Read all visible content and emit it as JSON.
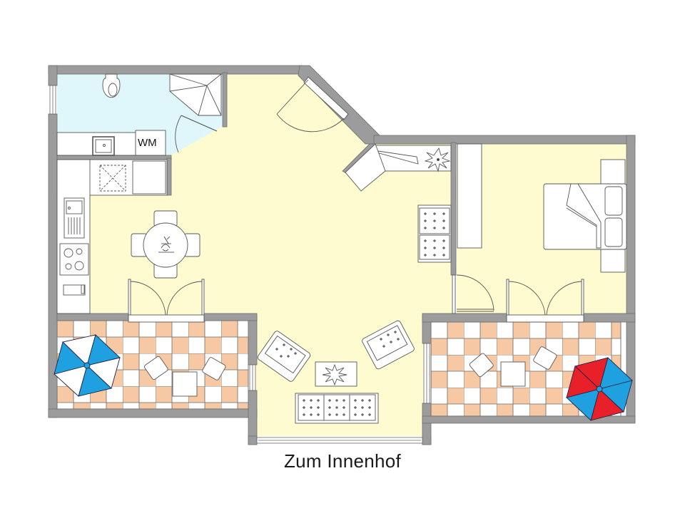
{
  "plan": {
    "caption": "Zum Innenhof",
    "labels": {
      "washing_machine": "WM"
    },
    "rooms": [
      {
        "id": "bathroom",
        "name": "Bathroom",
        "floor_color": "#dff7fb"
      },
      {
        "id": "living",
        "name": "Living / Dining / Kitchen",
        "floor_color": "#fdfbcf"
      },
      {
        "id": "bedroom",
        "name": "Bedroom",
        "floor_color": "#fdfbcf"
      },
      {
        "id": "balcony_left",
        "name": "Balcony left",
        "floor_color": "checker"
      },
      {
        "id": "balcony_right",
        "name": "Balcony right",
        "floor_color": "checker"
      }
    ],
    "colors": {
      "wall": "#9c9c9c",
      "wall_edge": "#6e6e6e",
      "living_floor": "#fdfbcf",
      "bath_floor": "#dff7fb",
      "tile_orange": "#f6c9a4",
      "tile_white": "#ffffff",
      "tile_grid": "#5a5a5a",
      "umbrella_blue": "#1fa0e0",
      "umbrella_red": "#e8202a",
      "umbrella_white": "#ffffff",
      "furniture_line": "#555555"
    },
    "furniture": [
      "toilet",
      "corner-shower",
      "washbasin",
      "washing-machine",
      "kitchen-counter",
      "kitchen-sink",
      "cooktop",
      "oven",
      "microwave",
      "fridge",
      "dining-table-round",
      "dining-chair x4",
      "wardrobe",
      "double-bed",
      "nightstand x2",
      "sofa-3-seat",
      "armchair x2",
      "coffee-table",
      "side-sofa",
      "sideboard",
      "plant x2",
      "balcony-table x2",
      "balcony-chair x4",
      "umbrella-blue-white",
      "umbrella-red-blue"
    ]
  }
}
